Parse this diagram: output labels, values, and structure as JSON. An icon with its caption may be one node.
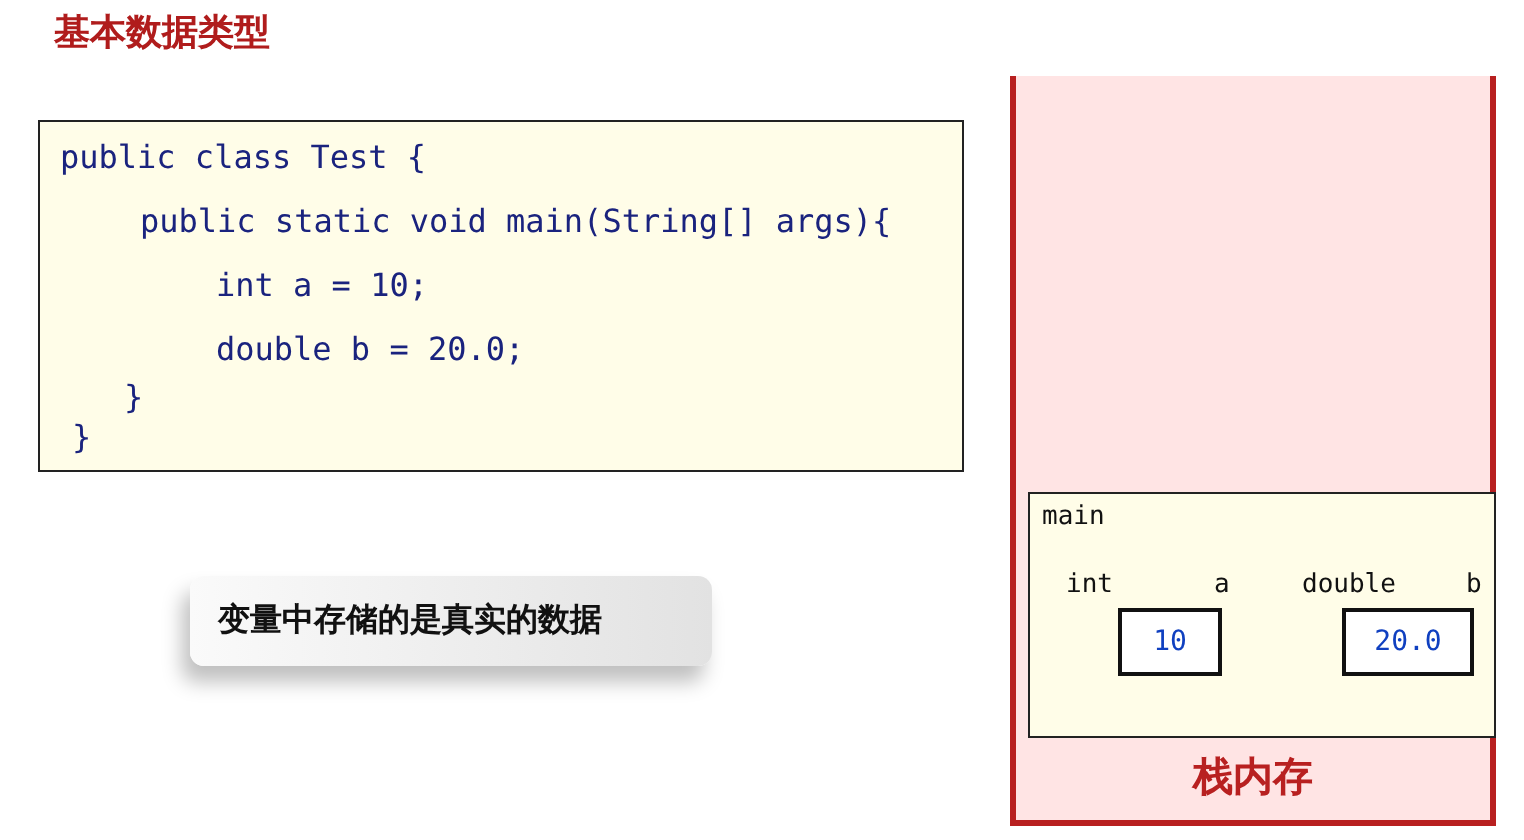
{
  "diagram": {
    "title": "基本数据类型",
    "nodes": [
      {
        "text": [
          "public class Test {",
          "public static void main(String[] args){",
          "int a = 10;",
          "double b = 20.0;",
          "}",
          "}"
        ]
      },
      {
        "text": [
          "变量中存储的是真实的数据"
        ]
      },
      {
        "text": [
          "栈内存"
        ]
      },
      {
        "text": [
          "main"
        ],
        "in": 2
      },
      {
        "text": [
          "10"
        ],
        "in": 3,
        "beside": [
          "int",
          "a"
        ]
      },
      {
        "text": [
          "20.0"
        ],
        "in": 3,
        "beside": [
          "double",
          "b"
        ]
      }
    ],
    "edges": []
  }
}
